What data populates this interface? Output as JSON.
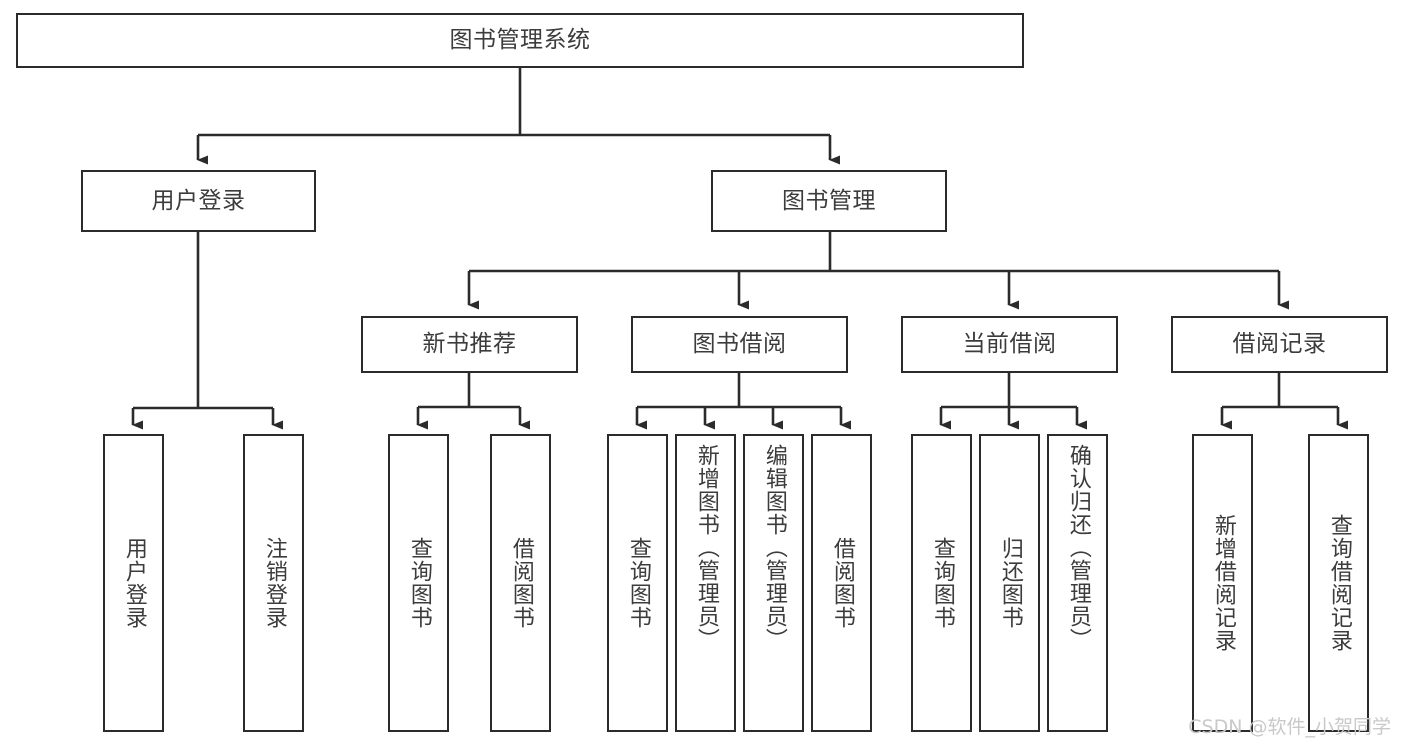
{
  "diagram": {
    "type": "tree-hierarchy",
    "title": "图书管理系统",
    "root": {
      "id": "root",
      "label": "图书管理系统"
    },
    "level1": [
      {
        "id": "user-login",
        "label": "用户登录"
      },
      {
        "id": "book-manage",
        "label": "图书管理"
      }
    ],
    "level2": [
      {
        "id": "new-book-recommend",
        "label": "新书推荐",
        "parent": "book-manage"
      },
      {
        "id": "book-borrow",
        "label": "图书借阅",
        "parent": "book-manage"
      },
      {
        "id": "current-borrow",
        "label": "当前借阅",
        "parent": "book-manage"
      },
      {
        "id": "borrow-record",
        "label": "借阅记录",
        "parent": "book-manage"
      }
    ],
    "leaves": {
      "user_login": [
        {
          "id": "leaf-user-login",
          "label": "用户登录"
        },
        {
          "id": "leaf-logout-login",
          "label": "注销登录"
        }
      ],
      "new_book_recommend": [
        {
          "id": "leaf-query-book-1",
          "label": "查询图书"
        },
        {
          "id": "leaf-borrow-book-1",
          "label": "借阅图书"
        }
      ],
      "book_borrow": [
        {
          "id": "leaf-query-book-2",
          "label": "查询图书"
        },
        {
          "id": "leaf-add-book",
          "label": "新增图书（管理员）"
        },
        {
          "id": "leaf-edit-book",
          "label": "编辑图书（管理员）"
        },
        {
          "id": "leaf-borrow-book-2",
          "label": "借阅图书"
        }
      ],
      "current_borrow": [
        {
          "id": "leaf-query-book-3",
          "label": "查询图书"
        },
        {
          "id": "leaf-return-book",
          "label": "归还图书"
        },
        {
          "id": "leaf-confirm-return",
          "label": "确认归还（管理员）"
        }
      ],
      "borrow_record": [
        {
          "id": "leaf-add-record",
          "label": "新增借阅记录"
        },
        {
          "id": "leaf-query-record",
          "label": "查询借阅记录"
        }
      ]
    }
  },
  "watermark": {
    "text": "CSDN @软件_小贺同学"
  },
  "colors": {
    "stroke": "#2b2b2b",
    "text": "#3c3c3c",
    "background": "#ffffff",
    "watermark": "#c9c9c9"
  }
}
